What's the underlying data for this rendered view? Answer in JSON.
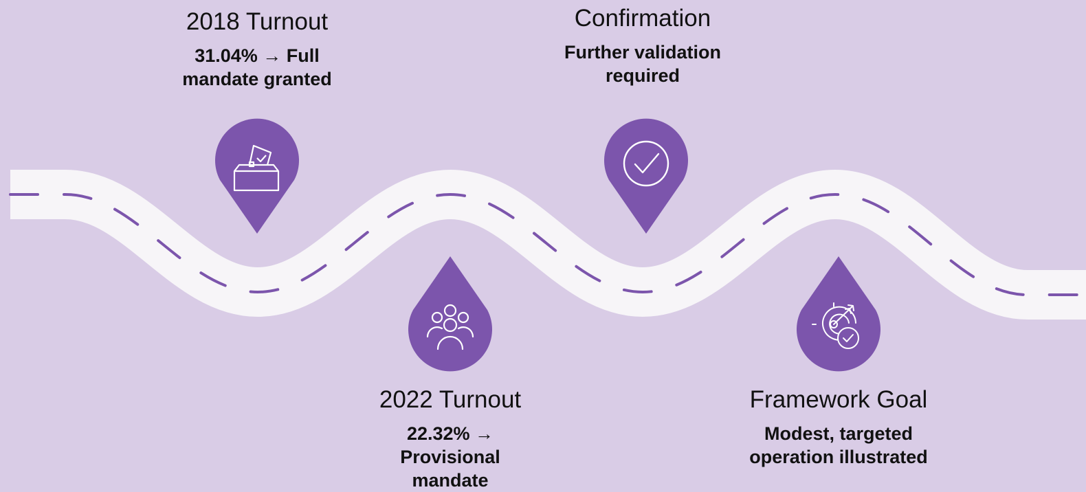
{
  "milestones": [
    {
      "title": "2018 Turnout",
      "desc": "31.04% → Full mandate granted",
      "icon": "ballot-box-icon",
      "position": "top"
    },
    {
      "title": "2022 Turnout",
      "desc": "22.32% → Provisional mandate",
      "icon": "people-group-icon",
      "position": "bottom"
    },
    {
      "title": "Confirmation",
      "desc": "Further validation required",
      "icon": "check-circle-icon",
      "position": "top"
    },
    {
      "title": "Framework Goal",
      "desc": "Modest, targeted operation illustrated",
      "icon": "target-arrow-check-icon",
      "position": "bottom"
    }
  ],
  "colors": {
    "background": "#d9cce6",
    "road": "#f7f5f8",
    "dash": "#7c55ac",
    "pin": "#7c55ac",
    "icon": "#ffffff",
    "text": "#111111"
  }
}
